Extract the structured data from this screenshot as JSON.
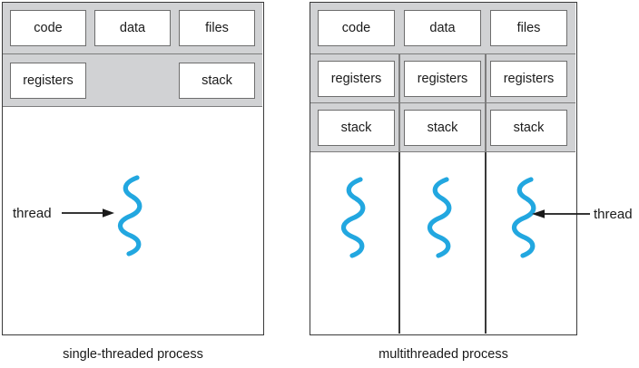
{
  "figure": {
    "title_left_caption": "single-threaded process",
    "title_right_caption": "multithreaded process",
    "accent_color": "#22a7e0",
    "band_color": "#d1d2d4",
    "border_color": "#3a3a3a"
  },
  "single_threaded": {
    "shared_row": {
      "code_label": "code",
      "data_label": "data",
      "files_label": "files"
    },
    "thread_row": {
      "registers_label": "registers",
      "stack_label": "stack"
    },
    "annotation": {
      "label": "thread",
      "arrow_direction": "right"
    },
    "caption": "single-threaded process",
    "thread_count": 1
  },
  "multithreaded": {
    "shared_row": {
      "code_label": "code",
      "data_label": "data",
      "files_label": "files"
    },
    "registers_row": [
      {
        "label": "registers"
      },
      {
        "label": "registers"
      },
      {
        "label": "registers"
      }
    ],
    "stack_row": [
      {
        "label": "stack"
      },
      {
        "label": "stack"
      },
      {
        "label": "stack"
      }
    ],
    "annotation": {
      "label": "thread",
      "arrow_direction": "left"
    },
    "caption": "multithreaded process",
    "thread_count": 3
  }
}
